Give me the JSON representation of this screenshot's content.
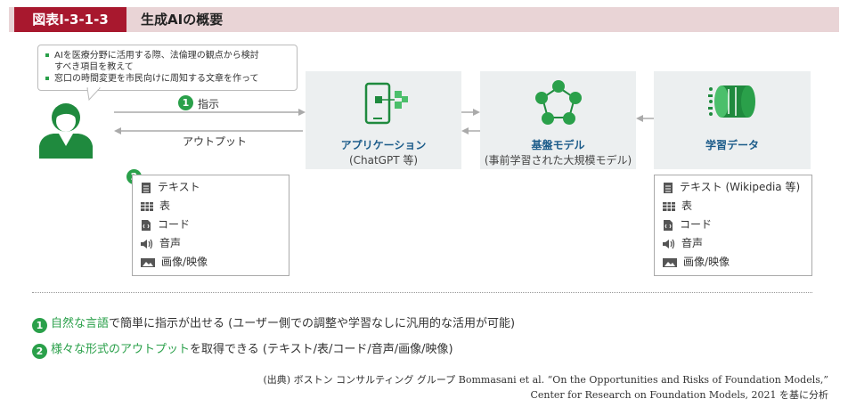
{
  "header": {
    "figure_label": "図表Ⅰ-3-1-3",
    "title": "生成AIの概要"
  },
  "bubble": {
    "lines": [
      "AIを医療分野に活用する際、法倫理の観点から検討",
      "すべき項目を教えて",
      "窓口の時間変更を市民向けに周知する文章を作って"
    ]
  },
  "flow": {
    "step1_num": "1",
    "step1_label": "指示",
    "output_label": "アウトプット",
    "step2_num": "2"
  },
  "boxes": {
    "app": {
      "title": "アプリケーション",
      "sub": "(ChatGPT 等)"
    },
    "model": {
      "title": "基盤モデル",
      "sub": "(事前学習された大規模モデル)"
    },
    "data": {
      "title": "学習データ"
    }
  },
  "output_list": {
    "items": [
      {
        "icon": "text-document-icon",
        "label": "テキスト"
      },
      {
        "icon": "table-icon",
        "label": "表"
      },
      {
        "icon": "code-file-icon",
        "label": "コード"
      },
      {
        "icon": "speaker-icon",
        "label": "音声"
      },
      {
        "icon": "image-icon",
        "label": "画像/映像"
      }
    ]
  },
  "data_list": {
    "items": [
      {
        "icon": "text-document-icon",
        "label": "テキスト (Wikipedia 等)"
      },
      {
        "icon": "table-icon",
        "label": "表"
      },
      {
        "icon": "code-file-icon",
        "label": "コード"
      },
      {
        "icon": "speaker-icon",
        "label": "音声"
      },
      {
        "icon": "image-icon",
        "label": "画像/映像"
      }
    ]
  },
  "summary": [
    {
      "num": "1",
      "highlight": "自然な言語",
      "rest": "で簡単に指示が出せる (ユーザー側での調整や学習なしに汎用的な活用が可能)"
    },
    {
      "num": "2",
      "highlight": "様々な形式のアウトプット",
      "rest": "を取得できる (テキスト/表/コード/音声/画像/映像)"
    }
  ],
  "source": {
    "line1": "(出典) ボストン コンサルティング グループ Bommasani et al. “On the Opportunities and Risks of Foundation Models,”",
    "line2": "Center for Research on Foundation Models, 2021 を基に分析"
  },
  "colors": {
    "accent_red": "#a8182e",
    "green": "#2aa04a",
    "blue_text": "#1c5c8a",
    "box_gray": "#eceff0"
  }
}
